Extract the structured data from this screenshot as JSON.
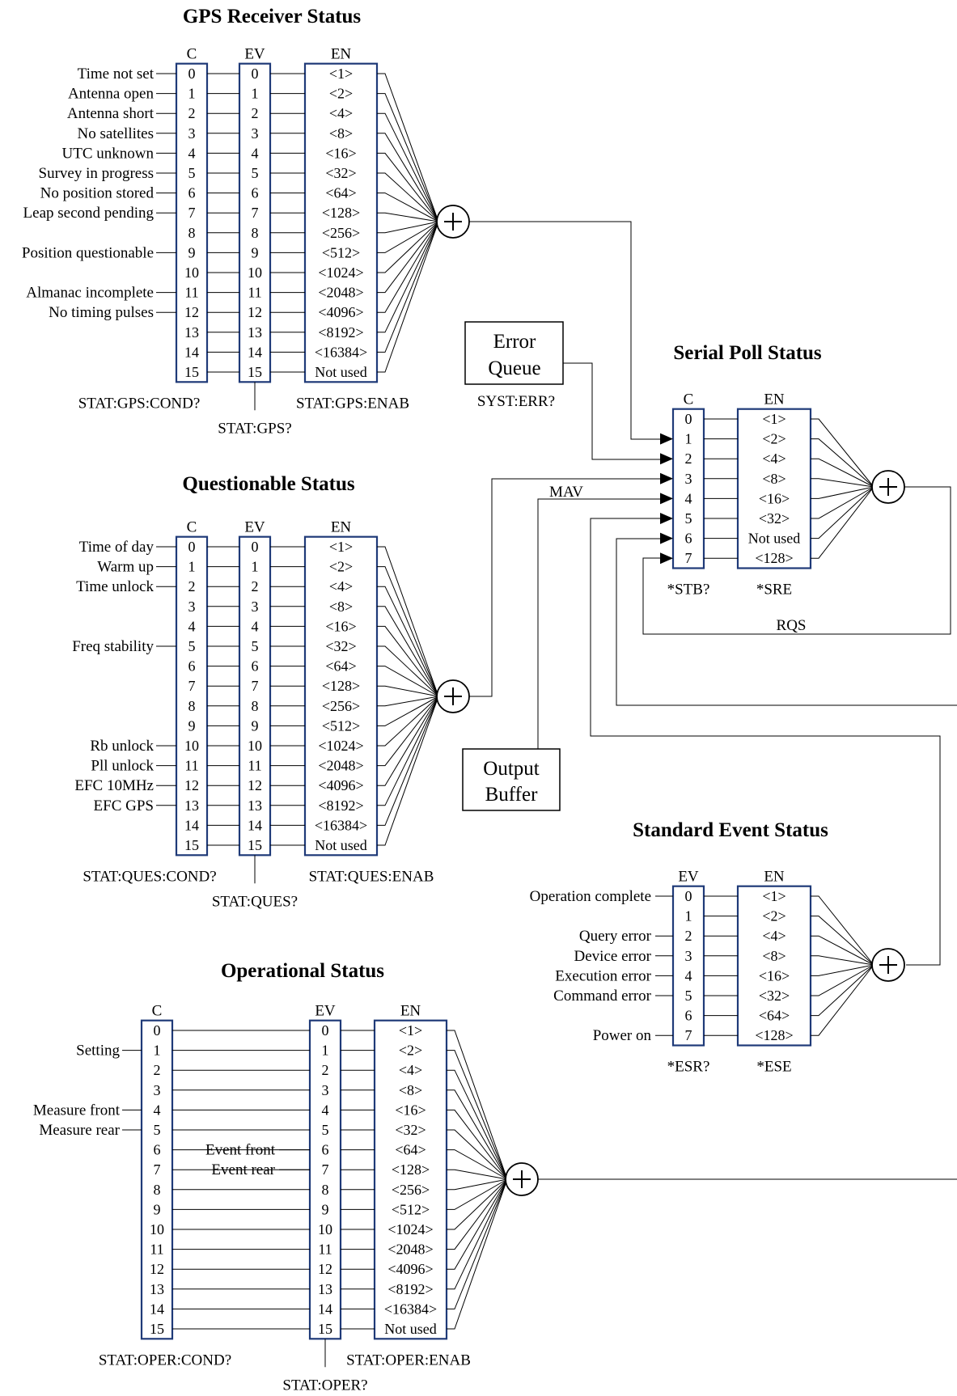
{
  "colors": {
    "register_border": "#1f3a78",
    "line": "#000000",
    "background": "#ffffff"
  },
  "gps": {
    "title": "GPS Receiver Status",
    "headers": [
      "C",
      "EV",
      "EN"
    ],
    "bits": [
      "0",
      "1",
      "2",
      "3",
      "4",
      "5",
      "6",
      "7",
      "8",
      "9",
      "10",
      "11",
      "12",
      "13",
      "14",
      "15"
    ],
    "en": [
      "<1>",
      "<2>",
      "<4>",
      "<8>",
      "<16>",
      "<32>",
      "<64>",
      "<128>",
      "<256>",
      "<512>",
      "<1024>",
      "<2048>",
      "<4096>",
      "<8192>",
      "<16384>",
      "Not used"
    ],
    "labels": [
      "Time not set",
      "Antenna open",
      "Antenna short",
      "No satellites",
      "UTC unknown",
      "Survey in progress",
      "No position stored",
      "Leap second pending",
      "",
      "Position questionable",
      "",
      "Almanac incomplete",
      "No timing pulses",
      "",
      "",
      ""
    ],
    "cond_cmd": "STAT:GPS:COND?",
    "event_cmd": "STAT:GPS?",
    "enab_cmd": "STAT:GPS:ENAB"
  },
  "ques": {
    "title": "Questionable Status",
    "headers": [
      "C",
      "EV",
      "EN"
    ],
    "bits": [
      "0",
      "1",
      "2",
      "3",
      "4",
      "5",
      "6",
      "7",
      "8",
      "9",
      "10",
      "11",
      "12",
      "13",
      "14",
      "15"
    ],
    "en": [
      "<1>",
      "<2>",
      "<4>",
      "<8>",
      "<16>",
      "<32>",
      "<64>",
      "<128>",
      "<256>",
      "<512>",
      "<1024>",
      "<2048>",
      "<4096>",
      "<8192>",
      "<16384>",
      "Not used"
    ],
    "labels": [
      "Time of day",
      "Warm up",
      "Time unlock",
      "",
      "",
      "Freq stability",
      "",
      "",
      "",
      "",
      "Rb unlock",
      "Pll unlock",
      "EFC 10MHz",
      "EFC GPS",
      "",
      ""
    ],
    "cond_cmd": "STAT:QUES:COND?",
    "event_cmd": "STAT:QUES?",
    "enab_cmd": "STAT:QUES:ENAB"
  },
  "oper": {
    "title": "Operational Status",
    "headers": [
      "C",
      "EV",
      "EN"
    ],
    "bits": [
      "0",
      "1",
      "2",
      "3",
      "4",
      "5",
      "6",
      "7",
      "8",
      "9",
      "10",
      "11",
      "12",
      "13",
      "14",
      "15"
    ],
    "en": [
      "<1>",
      "<2>",
      "<4>",
      "<8>",
      "<16>",
      "<32>",
      "<64>",
      "<128>",
      "<256>",
      "<512>",
      "<1024>",
      "<2048>",
      "<4096>",
      "<8192>",
      "<16384>",
      "Not used"
    ],
    "labels": [
      "",
      "Setting",
      "",
      "",
      "Measure front",
      "Measure rear",
      "",
      "",
      "",
      "",
      "",
      "",
      "",
      "",
      "",
      ""
    ],
    "event_labels": [
      "",
      "",
      "",
      "",
      "",
      "",
      "Event front",
      "Event rear",
      "",
      "",
      "",
      "",
      "",
      "",
      "",
      ""
    ],
    "cond_cmd": "STAT:OPER:COND?",
    "event_cmd": "STAT:OPER?",
    "enab_cmd": "STAT:OPER:ENAB"
  },
  "serial": {
    "title": "Serial Poll Status",
    "headers": [
      "C",
      "EN"
    ],
    "bits": [
      "0",
      "1",
      "2",
      "3",
      "4",
      "5",
      "6",
      "7"
    ],
    "en": [
      "<1>",
      "<2>",
      "<4>",
      "<8>",
      "<16>",
      "<32>",
      "Not used",
      "<128>"
    ],
    "cond_cmd": "*STB?",
    "enab_cmd": "*SRE",
    "rqs": "RQS",
    "mav": "MAV"
  },
  "std": {
    "title": "Standard Event Status",
    "headers": [
      "EV",
      "EN"
    ],
    "bits": [
      "0",
      "1",
      "2",
      "3",
      "4",
      "5",
      "6",
      "7"
    ],
    "en": [
      "<1>",
      "<2>",
      "<4>",
      "<8>",
      "<16>",
      "<32>",
      "<64>",
      "<128>"
    ],
    "labels": [
      "Operation complete",
      "",
      "Query error",
      "Device error",
      "Execution error",
      "Command error",
      "",
      "Power on"
    ],
    "event_cmd": "*ESR?",
    "enab_cmd": "*ESE"
  },
  "error_queue": {
    "line1": "Error",
    "line2": "Queue",
    "cmd": "SYST:ERR?"
  },
  "output_buffer": {
    "line1": "Output",
    "line2": "Buffer"
  }
}
